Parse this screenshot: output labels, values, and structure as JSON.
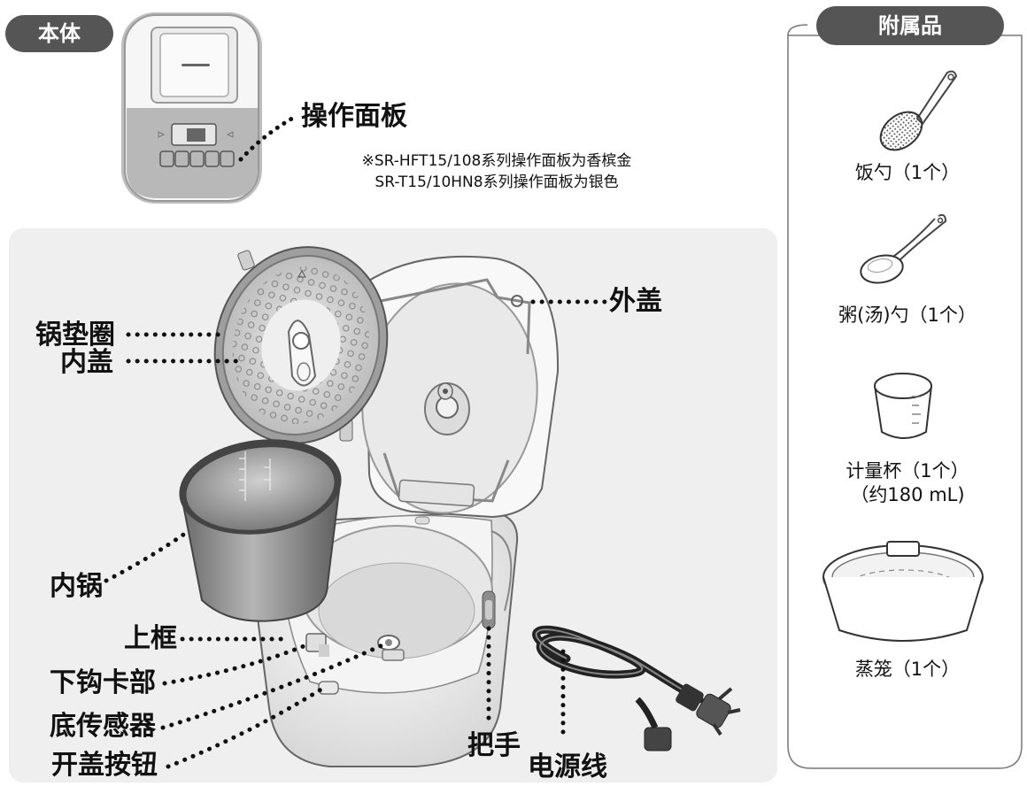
{
  "main": {
    "badge": "本体",
    "panel_label": "操作面板",
    "note_line1": "※SR-HFT15/108系列操作面板为香槟金",
    "note_line2": "SR-T15/10HN8系列操作面板为银色",
    "labels": {
      "pot_gasket": "锅垫圈",
      "inner_lid": "内盖",
      "outer_lid": "外盖",
      "inner_pot": "内锅",
      "upper_frame": "上框",
      "lower_hook": "下钩卡部",
      "bottom_sensor": "底传感器",
      "open_button": "开盖按钮",
      "handle": "把手",
      "power_cord": "电源线"
    }
  },
  "accessories": {
    "title": "附属品",
    "items": [
      {
        "label": "饭勺（1个）",
        "icon": "rice-paddle-icon"
      },
      {
        "label": "粥(汤)勺（1个）",
        "icon": "soup-ladle-icon"
      },
      {
        "label": "计量杯（1个）",
        "sublabel": "（约180 mL)",
        "icon": "measuring-cup-icon"
      },
      {
        "label": "蒸笼（1个）",
        "icon": "steamer-basket-icon"
      }
    ]
  },
  "colors": {
    "badge": "#555555",
    "panel": "#b8b8b8",
    "backdrop": "#efefef",
    "dots": "#111111"
  }
}
